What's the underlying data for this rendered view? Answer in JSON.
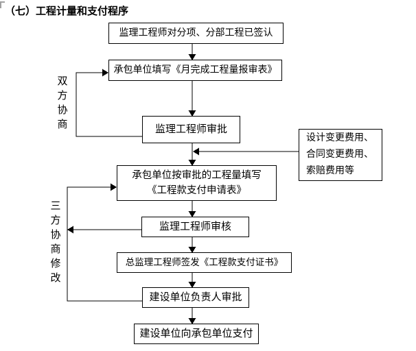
{
  "title": "（七）工程计量和支付程序",
  "flowchart": {
    "steps": [
      {
        "id": "step1",
        "label": "监理工程师对分项、分部工程已签认"
      },
      {
        "id": "step2",
        "label": "承包单位填写《月完成工程量报审表》"
      },
      {
        "id": "step3",
        "label": "监理工程师审批"
      },
      {
        "id": "step4",
        "label": "承包单位按审批的工程量填写\n《工程款支付申请表》"
      },
      {
        "id": "step5",
        "label": "监理工程师审核"
      },
      {
        "id": "step6",
        "label": "总监理工程师签发《工程款支付证书》"
      },
      {
        "id": "step7",
        "label": "建设单位负责人审批"
      },
      {
        "id": "step8",
        "label": "建设单位向承包单位支付"
      }
    ],
    "side_note": "设计变更费用、\n合同变更费用、\n索赔费用等",
    "annotations": [
      {
        "id": "two-party",
        "label": "双\n方\n协\n商"
      },
      {
        "id": "three-party",
        "label": "三\n方\n协\n商\n修\n改"
      }
    ],
    "colors": {
      "line": "#000000",
      "text": "#000000",
      "background": "#ffffff",
      "anchor_mark": "#a0a0a0"
    }
  }
}
